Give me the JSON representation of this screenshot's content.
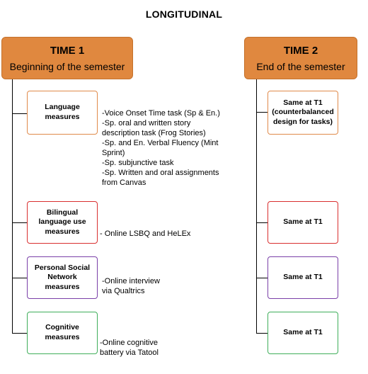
{
  "title": "LONGITUDINAL",
  "time1": {
    "label": "TIME 1",
    "sub": "Beginning of the semester"
  },
  "time2": {
    "label": "TIME 2",
    "sub": "End of the semester"
  },
  "rows": [
    {
      "label_lines": [
        "Language",
        "measures"
      ],
      "description": [
        "-Voice Onset Time task (Sp & En.)",
        "-Sp. oral and written story",
        "description task (Frog Stories)",
        "-Sp. and En. Verbal Fluency (Mint",
        "Sprint)",
        "-Sp. subjunctive task",
        "-Sp. Written and oral assignments",
        "from Canvas"
      ],
      "t2_lines": [
        "Same at T1",
        "(counterbalanced",
        "design for tasks)"
      ]
    },
    {
      "label_lines": [
        "Bilingual",
        "language use",
        "measures"
      ],
      "description": [
        "- Online  LSBQ and HeLEx"
      ],
      "t2_lines": [
        "Same at T1"
      ]
    },
    {
      "label_lines": [
        "Personal Social",
        "Network",
        "measures"
      ],
      "description": [
        "-Online interview",
        "via Qualtrics"
      ],
      "t2_lines": [
        "Same at T1"
      ]
    },
    {
      "label_lines": [
        "Cognitive",
        "measures"
      ],
      "description": [
        "-Online cognitive",
        "battery via Tatool"
      ],
      "t2_lines": [
        "Same at T1"
      ]
    }
  ]
}
